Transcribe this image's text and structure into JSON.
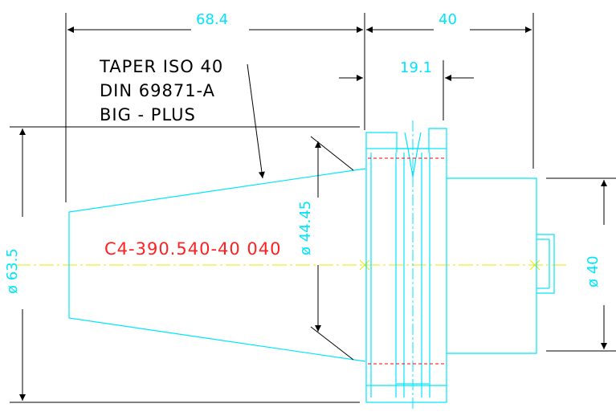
{
  "drawing": {
    "note_lines": [
      "TAPER ISO 40",
      "DIN 69871-A",
      "BIG - PLUS"
    ],
    "part_number": "C4-390.540-40 040",
    "dimensions": {
      "taper_length": "68.4",
      "body_length": "40",
      "flange_width": "19.1",
      "taper_diameter": "ø 44.45",
      "flange_diameter": "ø 63.5",
      "shank_diameter": "ø 40"
    },
    "colors": {
      "outline": "#00e5ff",
      "dimension_line": "#000000",
      "part_number": "#ff2020",
      "centerline": "#e8e800",
      "hidden_line": "#ff0000"
    }
  }
}
